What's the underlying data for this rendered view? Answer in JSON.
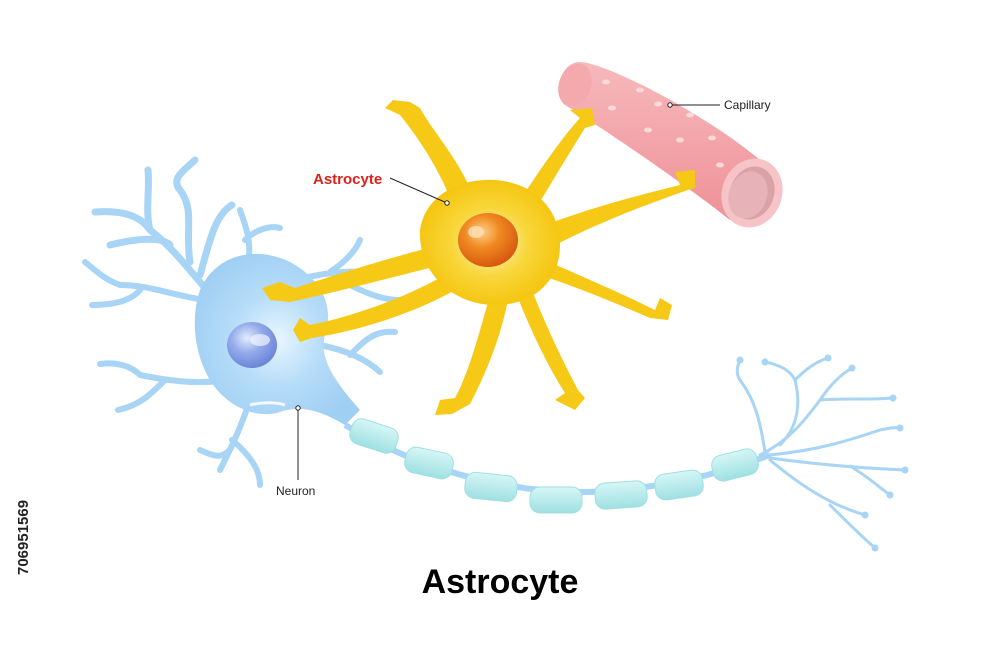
{
  "diagram": {
    "title": "Astrocyte",
    "labels": {
      "astrocyte": "Astrocyte",
      "capillary": "Capillary",
      "neuron": "Neuron"
    },
    "stock_id": "706951569"
  },
  "colors": {
    "astrocyte_body": "#f6c916",
    "astrocyte_nucleus": "#e8721c",
    "neuron_body": "#a8d4f5",
    "neuron_nucleus": "#8aa3e6",
    "myelin": "#b8ecec",
    "capillary": "#f3a3a8",
    "astrocyte_label": "#e0201b"
  }
}
